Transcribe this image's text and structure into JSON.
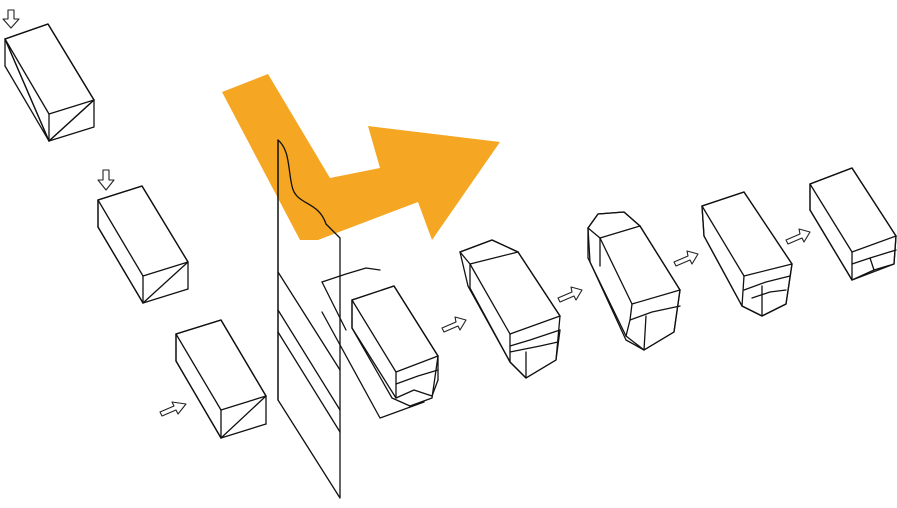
{
  "diagram": {
    "accent_color": "#f5a623",
    "line_color": "#111111",
    "background_color": "#ffffff",
    "step_arrow_icon": "hollow-right-arrow",
    "feed_arrow_icon": "hollow-down-arrow",
    "stages": [
      "incoming-box-top",
      "incoming-box-middle",
      "incoming-box-bottom",
      "cut-box",
      "folded-box-step-1",
      "folded-box-step-2",
      "folded-box-step-3",
      "folded-box-step-4"
    ]
  }
}
